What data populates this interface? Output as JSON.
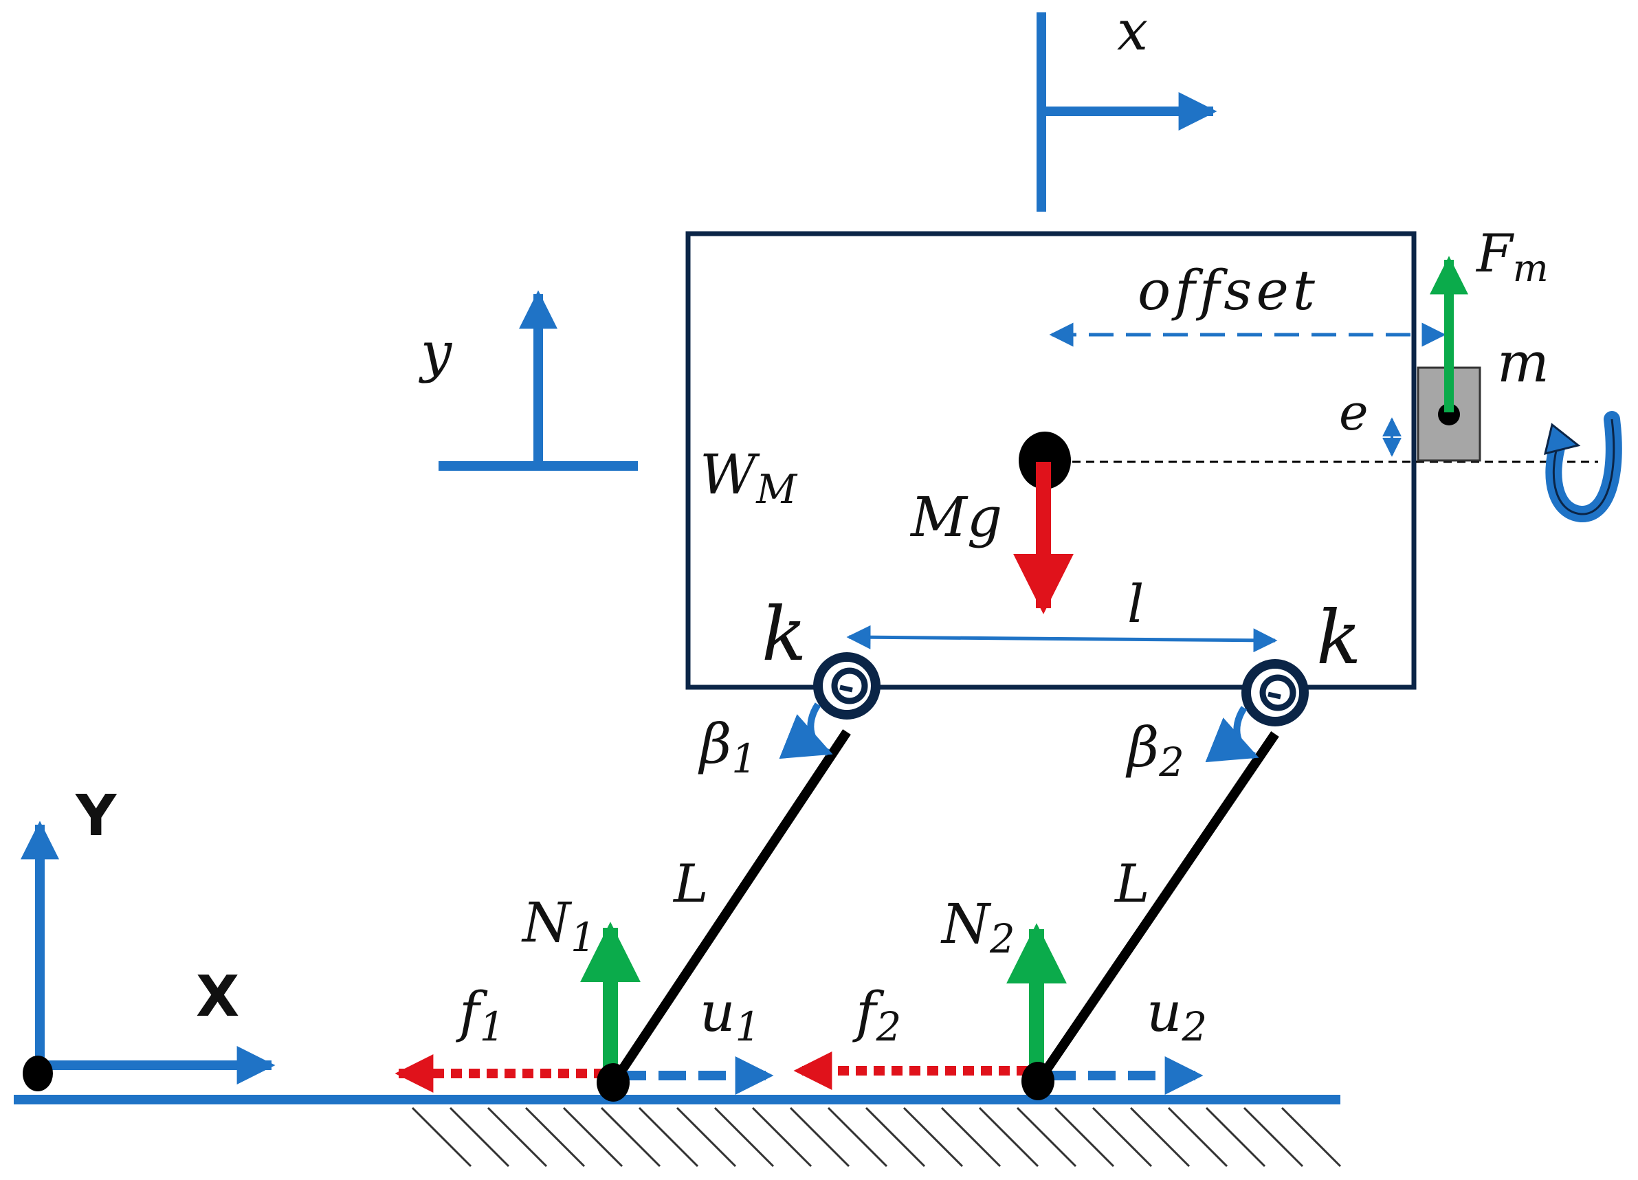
{
  "colors": {
    "blue": "#1f73c6",
    "navy": "#0b2547",
    "red": "#e0121b",
    "green": "#0bab4b",
    "black": "#000000",
    "gray": "#a6a6a6"
  },
  "labels": {
    "x_body": "x",
    "y_body": "y",
    "X_global": "X",
    "Y_global": "Y",
    "W": "W",
    "W_sub": "M",
    "Mg": "Mg",
    "offset": "offset",
    "F": "F",
    "F_sub": "m",
    "m": "m",
    "e": "e",
    "k_left": "k",
    "k_right": "k",
    "l": "l",
    "beta": "β",
    "beta1_sub": "1",
    "beta2_sub": "2",
    "L_left": "L",
    "L_right": "L",
    "N": "N",
    "N1_sub": "1",
    "N2_sub": "2",
    "f": "f",
    "f1_sub": "1",
    "f2_sub": "2",
    "u": "u",
    "u1_sub": "1",
    "u2_sub": "2"
  }
}
